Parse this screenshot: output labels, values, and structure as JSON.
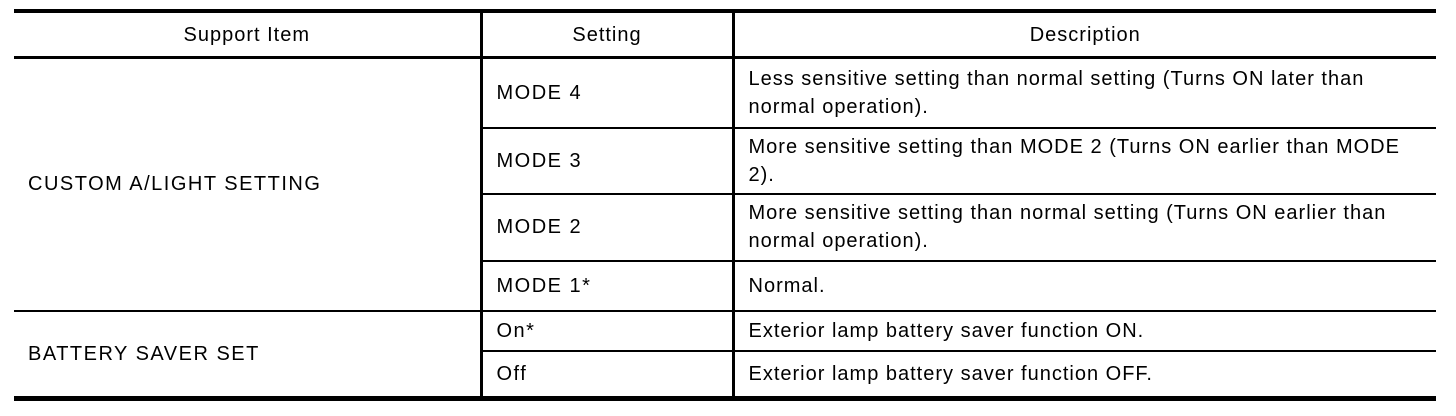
{
  "table": {
    "headers": {
      "support_item": "Support Item",
      "setting": "Setting",
      "description": "Description"
    },
    "groups": [
      {
        "support_item": "CUSTOM A/LIGHT SETTING",
        "rows": [
          {
            "setting": "MODE 4",
            "description": "Less sensitive setting than normal setting (Turns ON later than normal operation)."
          },
          {
            "setting": "MODE 3",
            "description": "More sensitive setting than MODE 2 (Turns ON earlier than MODE 2)."
          },
          {
            "setting": "MODE 2",
            "description": "More sensitive setting than normal setting (Turns ON earlier than normal operation)."
          },
          {
            "setting": "MODE 1*",
            "description": "Normal."
          }
        ]
      },
      {
        "support_item": "BATTERY SAVER SET",
        "rows": [
          {
            "setting": "On*",
            "description": "Exterior lamp battery saver function ON."
          },
          {
            "setting": "Off",
            "description": "Exterior lamp battery saver function OFF."
          }
        ]
      }
    ]
  }
}
